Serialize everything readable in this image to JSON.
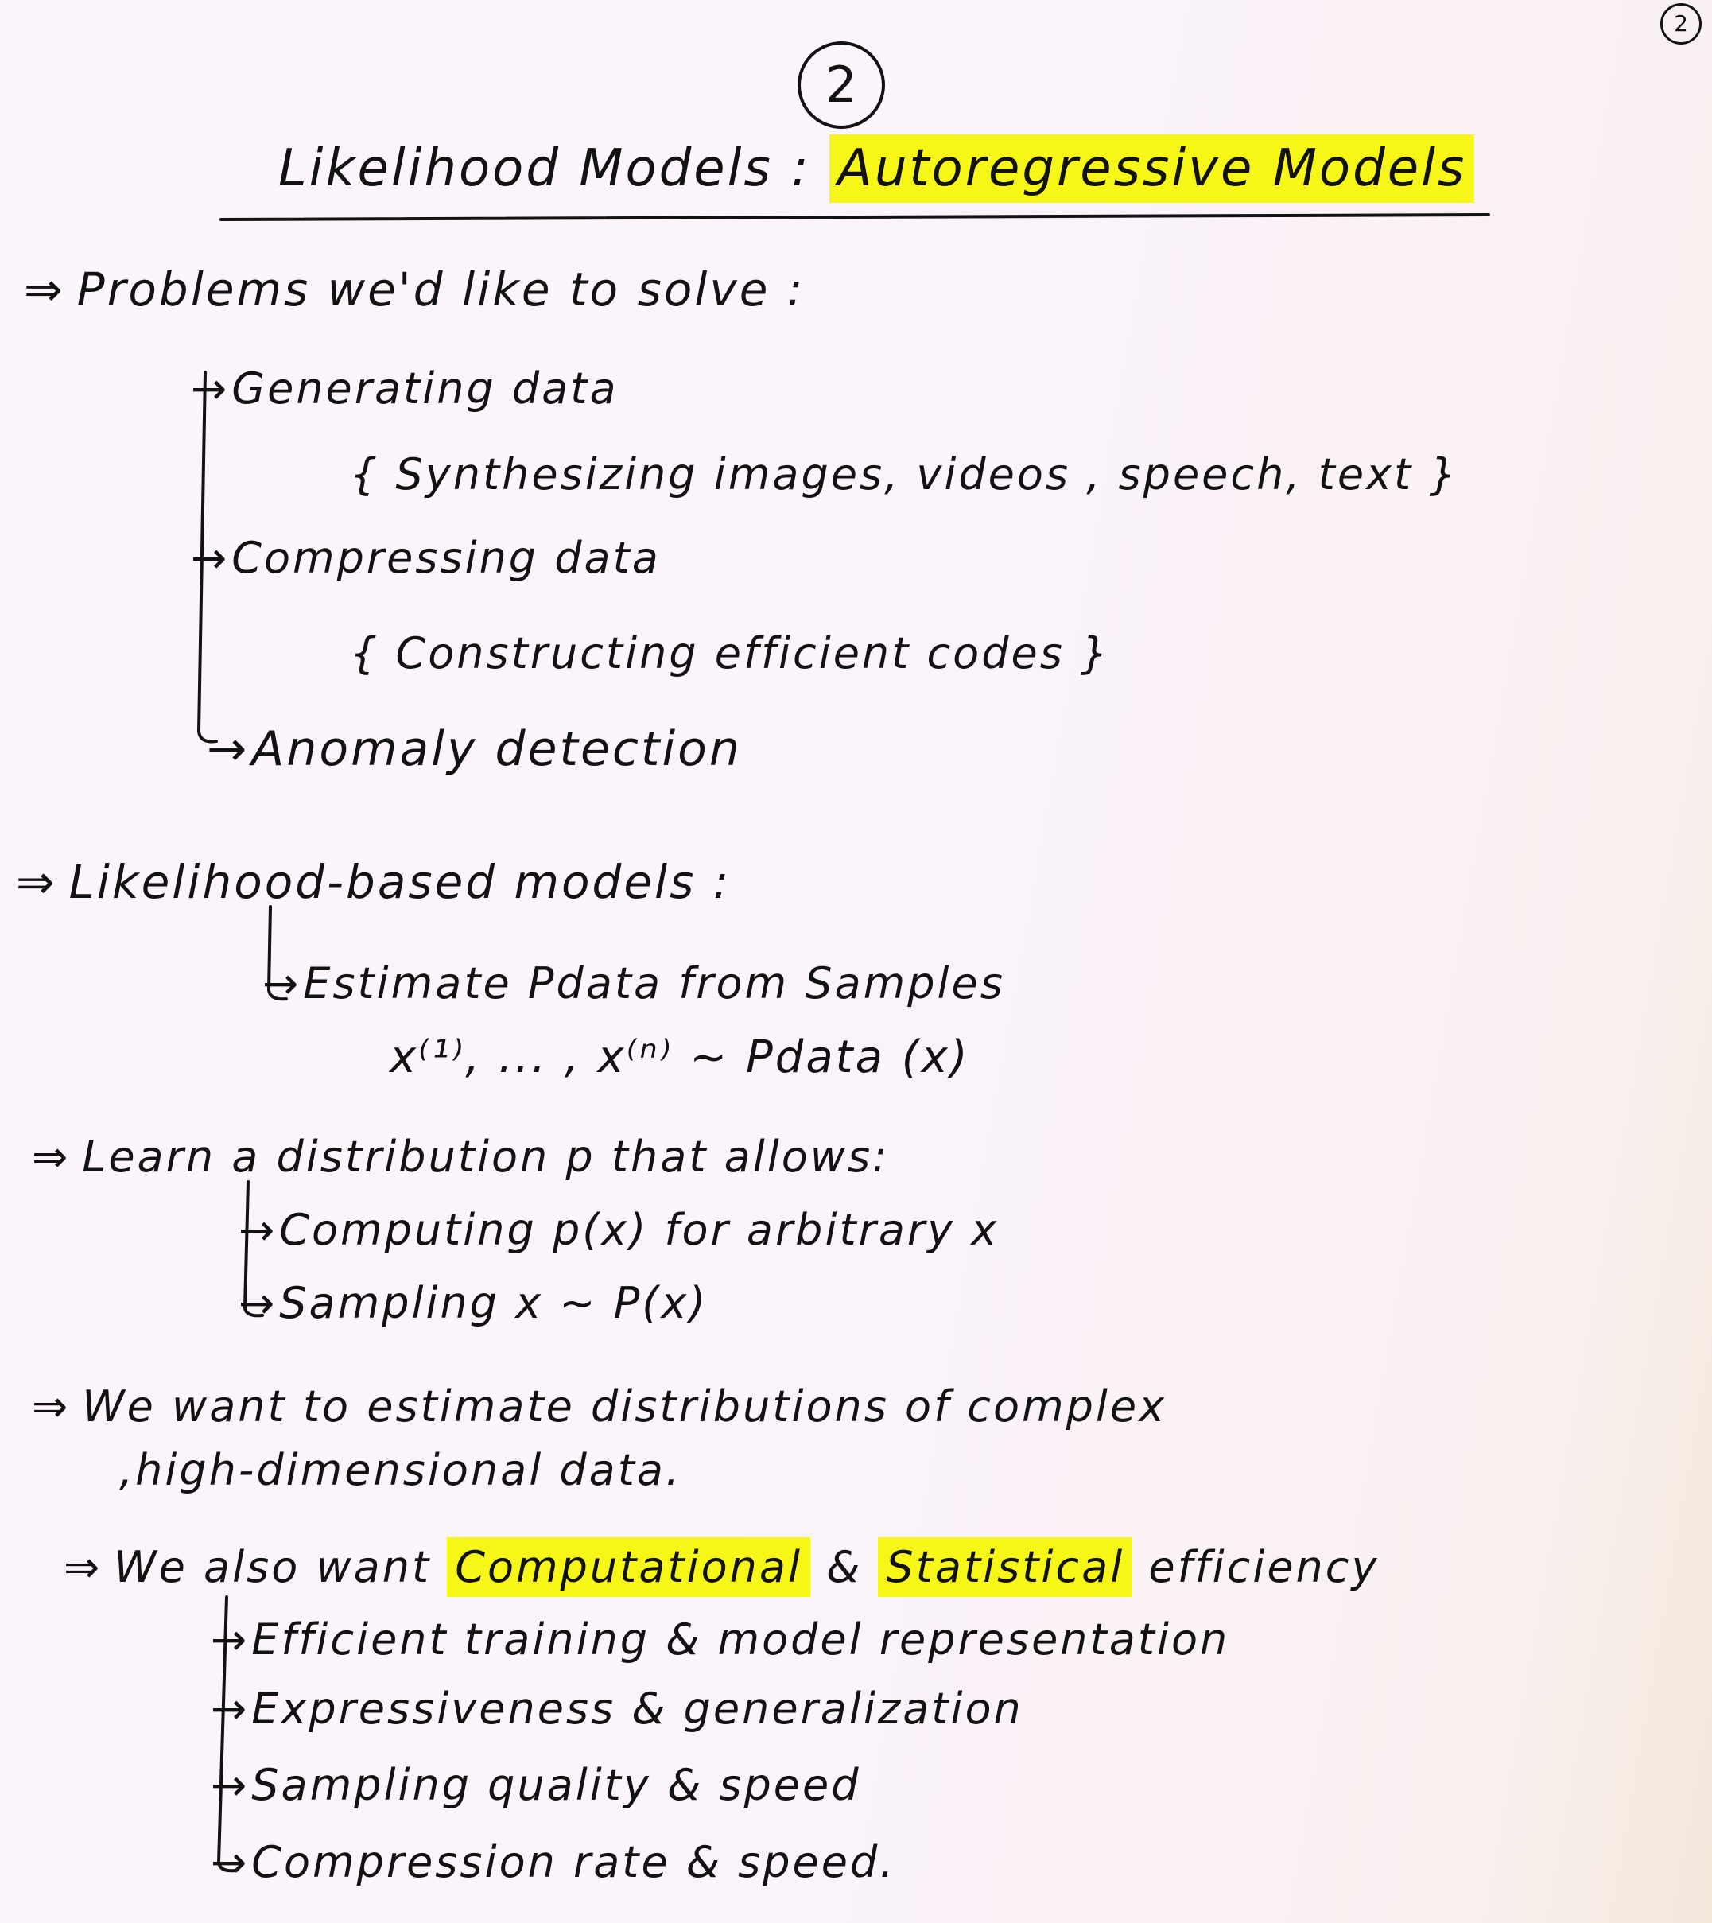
{
  "page_number": "2",
  "section_number": "2",
  "title": {
    "prefix": "Likelihood Models :",
    "highlighted": "Autoregressive Models"
  },
  "problems": {
    "heading": "Problems we'd like to solve :",
    "items": [
      {
        "label": "Generating data",
        "detail": "{ Synthesizing images, videos , speech, text }"
      },
      {
        "label": "Compressing data",
        "detail": "{ Constructing efficient codes }"
      },
      {
        "label": "Anomaly detection",
        "detail": ""
      }
    ]
  },
  "likelihood": {
    "heading": "Likelihood-based models :",
    "estimate": "Estimate Pdata from Samples",
    "formula": "x⁽¹⁾, ... , x⁽ⁿ⁾ ~ Pdata (x)"
  },
  "learn": {
    "heading": "Learn a distribution p that allows:",
    "items": [
      "Computing p(x) for arbitrary x",
      "Sampling x ~ P(x)"
    ]
  },
  "want_estimate": {
    "line1": "We want to estimate distributions of complex",
    "line2": ",high-dimensional data."
  },
  "also_want": {
    "prefix": "We also want",
    "highlight1": "Computational",
    "connector": "&",
    "highlight2": "Statistical",
    "suffix": "efficiency",
    "items": [
      "Efficient training & model representation",
      "Expressiveness & generalization",
      "Sampling quality & speed",
      "Compression rate & speed."
    ]
  },
  "symbols": {
    "implies": "⇒",
    "arrow": "→",
    "bullet_arrow": "↳"
  },
  "colors": {
    "ink": "#121212",
    "highlight": "#f6f617",
    "paper": "#fbf4fb"
  }
}
